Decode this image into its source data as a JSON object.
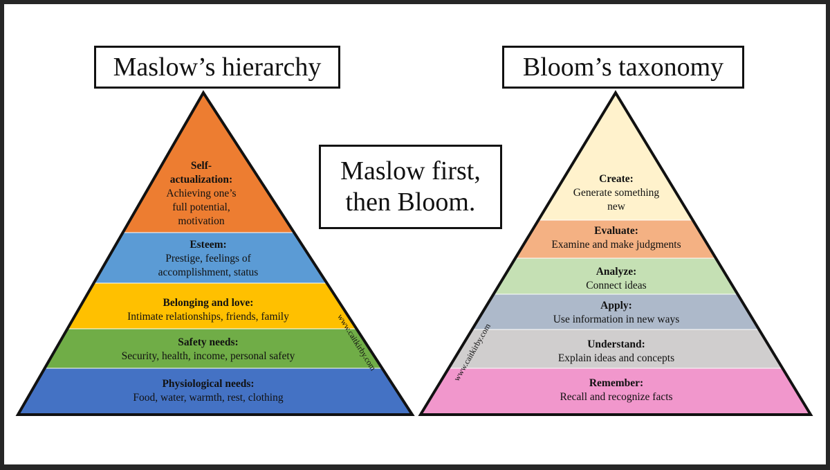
{
  "maslow": {
    "title": "Maslow’s hierarchy",
    "levels": [
      {
        "title": "Self-",
        "title2": "actualization:",
        "desc": "Achieving one’s",
        "desc2": "full potential,",
        "desc3": "motivation",
        "color": "#ED7D31"
      },
      {
        "title": "Esteem:",
        "desc": "Prestige, feelings of",
        "desc2": "accomplishment, status",
        "color": "#5B9BD5"
      },
      {
        "title": "Belonging and love:",
        "desc": "Intimate relationships, friends, family",
        "color": "#FFC000"
      },
      {
        "title": "Safety needs:",
        "desc": "Security, health, income, personal safety",
        "color": "#70AD47"
      },
      {
        "title": "Physiological needs:",
        "desc": "Food, water, warmth, rest, clothing",
        "color": "#4472C4"
      }
    ],
    "watermark": "www.caitkirby.com"
  },
  "center": {
    "line1": "Maslow first,",
    "line2": "then Bloom."
  },
  "bloom": {
    "title": "Bloom’s taxonomy",
    "levels": [
      {
        "title": "Create:",
        "desc": "Generate something",
        "desc2": "new",
        "color": "#FFF2CC"
      },
      {
        "title": "Evaluate:",
        "desc": "Examine and make judgments",
        "color": "#F4B183"
      },
      {
        "title": "Analyze:",
        "desc": "Connect ideas",
        "color": "#C5E0B4"
      },
      {
        "title": "Apply:",
        "desc": "Use information in new ways",
        "color": "#ADB9CA"
      },
      {
        "title": "Understand:",
        "desc": "Explain ideas and concepts",
        "color": "#D0CECE"
      },
      {
        "title": "Remember:",
        "desc": "Recall and recognize facts",
        "color": "#F197CC"
      }
    ],
    "watermark": "www.caitkirby.com"
  }
}
